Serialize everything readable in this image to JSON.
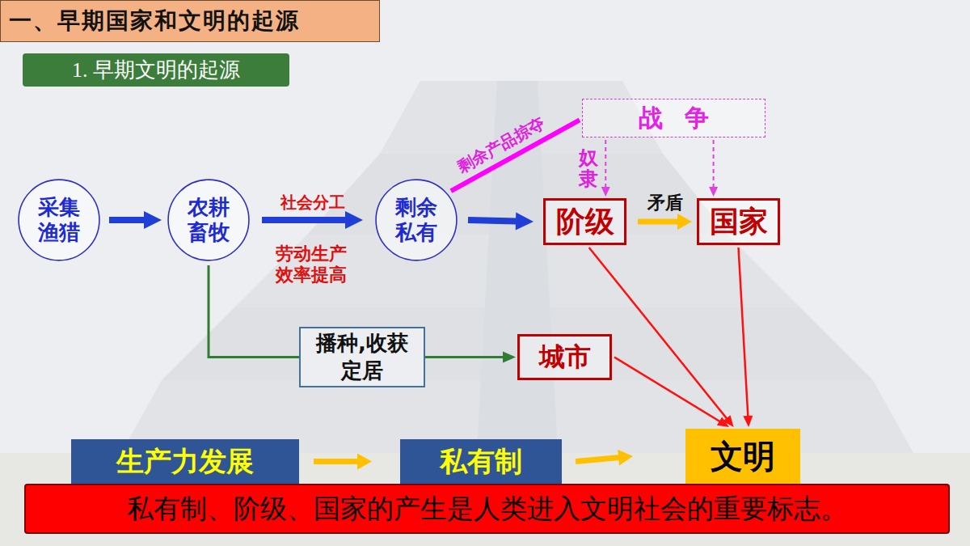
{
  "diagram": {
    "title": "一、早期国家和文明的起源",
    "caption": "私有制、阶级、国家的产生是人类进入文明社会的重要标志。",
    "nodes": [
      {
        "text": [
          "1. 早期文明的起源"
        ]
      },
      {
        "text": [
          "战争"
        ]
      },
      {
        "text": [
          "采集 渔猎"
        ]
      },
      {
        "text": [
          "农耕 畜牧"
        ]
      },
      {
        "text": [
          "剩余 私有"
        ]
      },
      {
        "text": [
          "阶级"
        ]
      },
      {
        "text": [
          "国家"
        ]
      },
      {
        "text": [
          "城市"
        ]
      },
      {
        "text": [
          "生产力发展"
        ]
      },
      {
        "text": [
          "私有制"
        ]
      },
      {
        "text": [
          "文明"
        ]
      }
    ],
    "edges": [
      {
        "from": 2,
        "to": 3,
        "arrow": "to"
      },
      {
        "from": 3,
        "to": 4,
        "label": "社会分工",
        "arrow": "to"
      },
      {
        "from": 4,
        "to": 5,
        "arrow": "to"
      },
      {
        "from": 4,
        "to": 1,
        "label": "剩余产品掠夺",
        "arrow": "none"
      },
      {
        "from": 1,
        "to": 5,
        "label": "奴隶",
        "arrow": "to"
      },
      {
        "from": 1,
        "to": 6,
        "arrow": "to"
      },
      {
        "from": 5,
        "to": 6,
        "label": "矛盾",
        "arrow": "to"
      },
      {
        "from": 5,
        "to": 10,
        "arrow": "to"
      },
      {
        "from": 6,
        "to": 10,
        "arrow": "to"
      },
      {
        "from": 7,
        "to": 10,
        "arrow": "to"
      },
      {
        "from": 3,
        "to": 7,
        "label": "播种,收获 定居",
        "arrow": "to"
      },
      {
        "from": 8,
        "to": 9,
        "arrow": "to"
      },
      {
        "from": 9,
        "to": 10,
        "arrow": "to"
      }
    ],
    "labels": [
      "劳动生产 效率提高"
    ]
  }
}
